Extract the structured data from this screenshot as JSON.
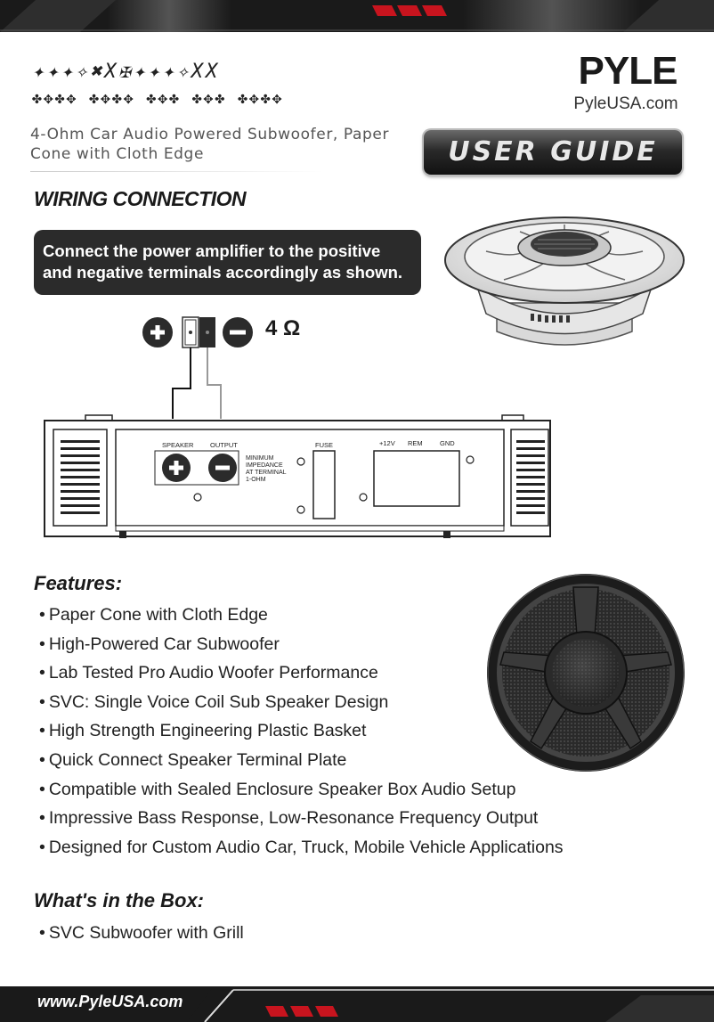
{
  "header": {
    "model_line": "✦✦✦✧✖X✠✦✦✦✧XX",
    "model_sub": "✤✥✤✥ ✤✥✤✥ ✤✥✤ ✤✥✤ ✤✥✤✥",
    "subtitle": "4-Ohm Car Audio Powered Subwoofer, Paper Cone with Cloth Edge",
    "brand": "PYLE",
    "brand_site": "PyleUSA.com",
    "guide_label": "USER GUIDE"
  },
  "wiring": {
    "heading": "WIRING CONNECTION",
    "callout": "Connect the power amplifier to the positive and negative terminals accordingly as shown.",
    "impedance": "4 Ω",
    "amp_labels": {
      "speaker": "SPEAKER",
      "output": "OUTPUT",
      "minimum": "MINIMUM",
      "impedance": "IMPEDANCE",
      "at_terminal": "AT TERMINAL",
      "one_ohm": "1-OHM",
      "fuse": "FUSE",
      "plus12": "+12V",
      "rem": "REM",
      "gnd": "GND"
    }
  },
  "features": {
    "heading": "Features:",
    "items": [
      "Paper Cone with Cloth Edge",
      "High-Powered Car Subwoofer",
      "Lab Tested Pro Audio Woofer Performance",
      "SVC: Single Voice Coil Sub Speaker Design",
      "High Strength Engineering Plastic Basket",
      "Quick Connect Speaker Terminal Plate",
      "Compatible with Sealed Enclosure Speaker Box Audio Setup",
      "Impressive Bass Response, Low-Resonance Frequency Output",
      "Designed for Custom Audio Car, Truck, Mobile Vehicle Applications"
    ]
  },
  "box": {
    "heading": "What's in the Box:",
    "items": [
      "SVC Subwoofer with Grill"
    ]
  },
  "footer": {
    "url": "www.PyleUSA.com"
  },
  "colors": {
    "accent": "#c8141e",
    "dark": "#1a1a1a",
    "callout_bg": "#2b2b2b"
  }
}
